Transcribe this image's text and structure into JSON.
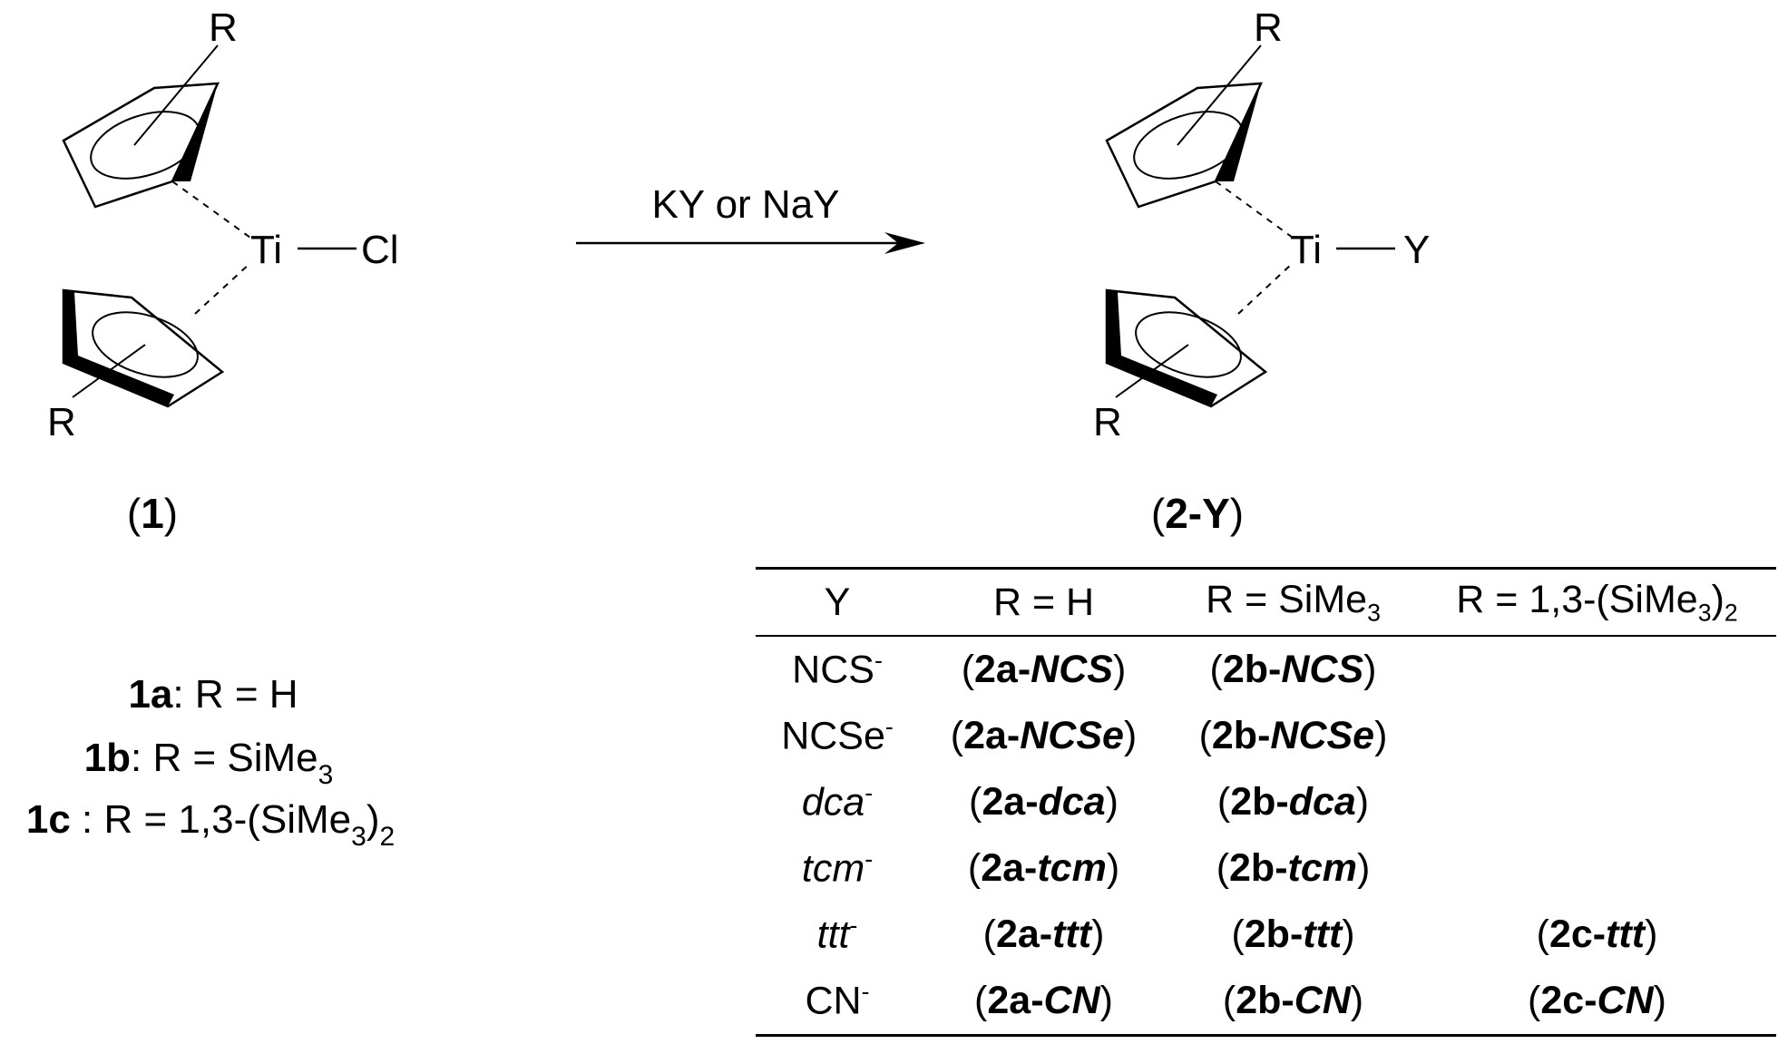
{
  "reagent": "KY or NaY",
  "left": {
    "metal": "Ti",
    "ligand": "Cl",
    "r_top": "R",
    "r_bottom": "R",
    "label_open": "(",
    "label_num": "1",
    "label_close": ")"
  },
  "right": {
    "metal": "Ti",
    "ligand": "Y",
    "r_top": "R",
    "r_bottom": "R",
    "label_open": "(",
    "label_num": "2-Y",
    "label_close": ")"
  },
  "legend": [
    {
      "id": "1a",
      "sep": ": ",
      "text": "R = H",
      "sub": "",
      "tail": "",
      "sub2": ""
    },
    {
      "id": "1b",
      "sep": ": ",
      "text": "R = SiMe",
      "sub": "3",
      "tail": "",
      "sub2": ""
    },
    {
      "id": "1c",
      "sep": " : ",
      "text": "R = 1,3-(SiMe",
      "sub": "3",
      "tail": ")",
      "sub2": "2"
    }
  ],
  "table": {
    "headers": [
      {
        "main": "Y",
        "sub": "",
        "tail": "",
        "sub2": ""
      },
      {
        "main": "R = H",
        "sub": "",
        "tail": "",
        "sub2": ""
      },
      {
        "main": "R = SiMe",
        "sub": "3",
        "tail": "",
        "sub2": ""
      },
      {
        "main": "R = 1,3-(SiMe",
        "sub": "3",
        "tail": ")",
        "sub2": "2"
      }
    ],
    "rows": [
      {
        "y": "NCS",
        "y_italic": false,
        "sup": "-",
        "a_pre": "2a-",
        "a_suf": "NCS",
        "b_pre": "2b-",
        "b_suf": "NCS",
        "c_pre": "",
        "c_suf": ""
      },
      {
        "y": "NCSe",
        "y_italic": false,
        "sup": "-",
        "a_pre": "2a-",
        "a_suf": "NCSe",
        "b_pre": "2b-",
        "b_suf": "NCSe",
        "c_pre": "",
        "c_suf": ""
      },
      {
        "y": "dca",
        "y_italic": true,
        "sup": "-",
        "a_pre": "2a-",
        "a_suf": "dca",
        "b_pre": "2b-",
        "b_suf": "dca",
        "c_pre": "",
        "c_suf": ""
      },
      {
        "y": "tcm",
        "y_italic": true,
        "sup": "-",
        "a_pre": "2a-",
        "a_suf": "tcm",
        "b_pre": "2b-",
        "b_suf": "tcm",
        "c_pre": "",
        "c_suf": ""
      },
      {
        "y": "ttt",
        "y_italic": true,
        "sup": "-",
        "a_pre": "2a-",
        "a_suf": "ttt",
        "b_pre": "2b-",
        "b_suf": "ttt",
        "c_pre": "2c-",
        "c_suf": "ttt"
      },
      {
        "y": "CN",
        "y_italic": false,
        "sup": "-",
        "a_pre": "2a-",
        "a_suf": "CN",
        "b_pre": "2b-",
        "b_suf": "CN",
        "c_pre": "2c-",
        "c_suf": "CN"
      }
    ]
  }
}
